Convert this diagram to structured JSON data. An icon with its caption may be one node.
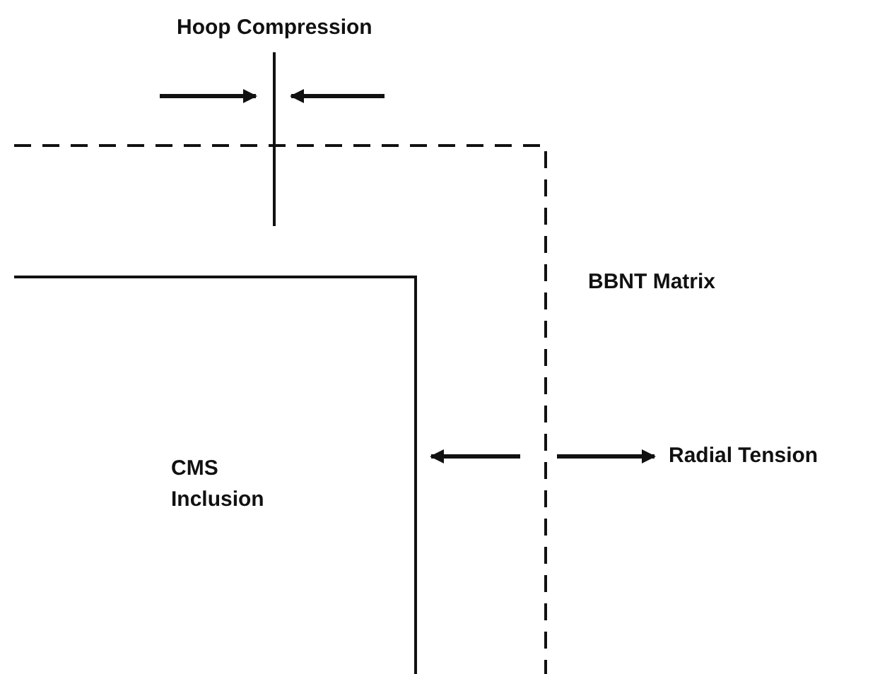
{
  "diagram": {
    "labels": [
      "Hoop Compression",
      "BBNT Matrix",
      "CMS Inclusion",
      "Radial Tension"
    ]
  }
}
